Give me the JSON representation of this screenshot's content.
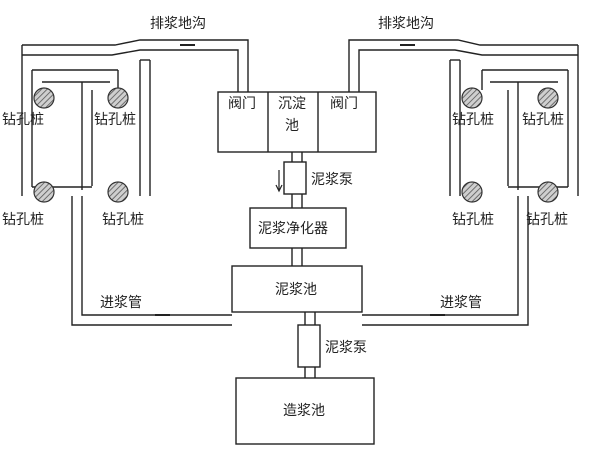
{
  "labels": {
    "drain_ditch_left": "排浆地沟",
    "drain_ditch_right": "排浆地沟",
    "valve_left": "阀门",
    "settling_tank_line1": "沉淀",
    "settling_tank_line2": "池",
    "valve_right": "阀门",
    "mud_pump_top": "泥浆泵",
    "mud_purifier": "泥浆净化器",
    "mud_tank": "泥浆池",
    "mud_pump_bottom": "泥浆泵",
    "mixing_tank": "造浆池",
    "inlet_pipe_left": "进浆管",
    "inlet_pipe_right": "进浆管",
    "pile": "钻孔桩"
  },
  "piles": {
    "left_top_outer": "钻孔桩",
    "left_top_inner": "钻孔桩",
    "left_bottom_outer": "钻孔桩",
    "left_bottom_inner": "钻孔桩",
    "right_top_inner": "钻孔桩",
    "right_top_outer": "钻孔桩",
    "right_bottom_inner": "钻孔桩",
    "right_bottom_outer": "钻孔桩"
  },
  "colors": {
    "stroke": "#222222",
    "pile_fill": "#9a9a9a",
    "box_fill": "#ffffff"
  }
}
